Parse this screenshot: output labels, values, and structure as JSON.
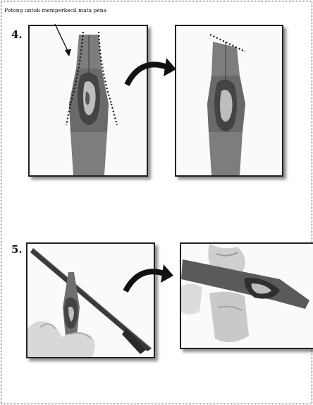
{
  "caption": "Potong untuk memperkecil mata pena",
  "steps": [
    {
      "number": "4."
    },
    {
      "number": "5."
    }
  ],
  "icons": {
    "pointer_arrow": "arrow-icon",
    "transition_arrow": "curved-arrow-icon"
  },
  "colors": {
    "frame": "#222222",
    "background": "#ffffff",
    "nib": "#7a7a7a"
  }
}
